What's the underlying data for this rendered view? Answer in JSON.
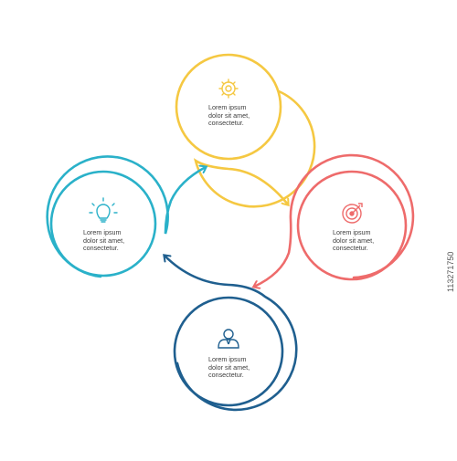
{
  "colors": {
    "top": "#f5c842",
    "right": "#ee6b6b",
    "bottom": "#1f5f8f",
    "left": "#2ab1c9",
    "text": "#3d3d3d"
  },
  "nodes": {
    "top": {
      "icon": "gear-icon",
      "lines": [
        "Lorem ipsum",
        "dolor sit amet,",
        "consectetur."
      ]
    },
    "right": {
      "icon": "target-icon",
      "lines": [
        "Lorem ipsum",
        "dolor sit amet,",
        "consectetur."
      ]
    },
    "bottom": {
      "icon": "user-icon",
      "lines": [
        "Lorem ipsum",
        "dolor sit amet,",
        "consectetur."
      ]
    },
    "left": {
      "icon": "lightbulb-icon",
      "lines": [
        "Lorem ipsum",
        "dolor sit amet,",
        "consectetur."
      ]
    }
  },
  "watermark": "113271750"
}
